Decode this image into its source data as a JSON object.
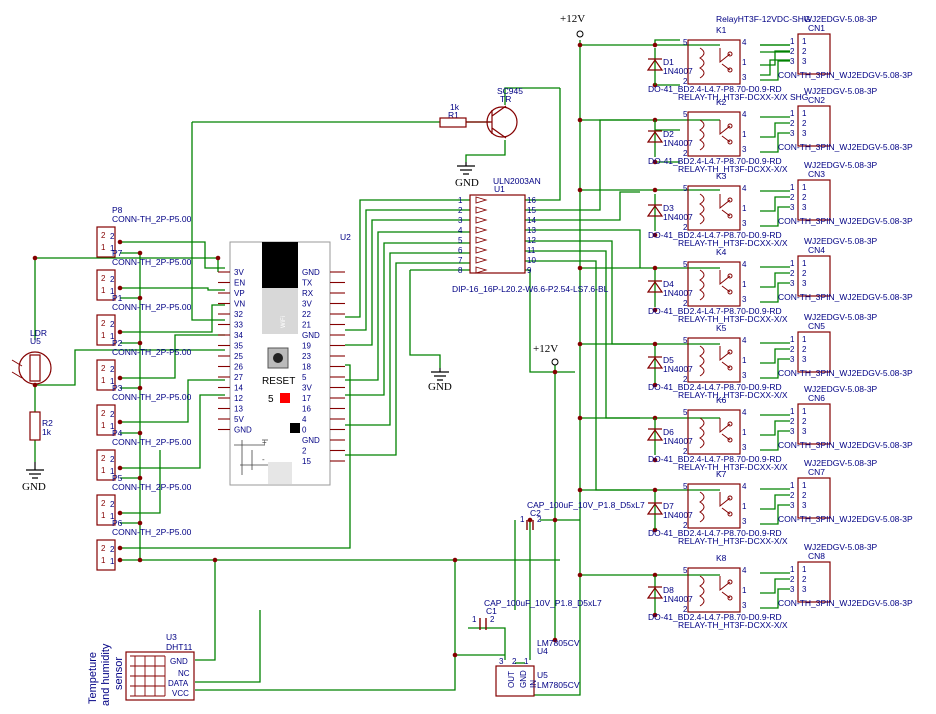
{
  "power_labels": {
    "vcc_top": "+12V",
    "vcc_mid": "+12V",
    "gnd_left": "GND",
    "gnd_tr": "GND",
    "gnd_mid": "GND"
  },
  "transistor": {
    "value": "SC945",
    "ref": "TR"
  },
  "r1": {
    "ref": "R1",
    "value": "1k"
  },
  "r2": {
    "ref": "R2",
    "value": "1k"
  },
  "ldr": {
    "ref": "LDR",
    "designator": "U5"
  },
  "esp32": {
    "ref": "U2",
    "left_pins": [
      "3V",
      "EN",
      "VP",
      "VN",
      "32",
      "33",
      "34",
      "35",
      "25",
      "26",
      "27",
      "14",
      "12",
      "13",
      "5V",
      "GND"
    ],
    "right_pins": [
      "GND",
      "TX",
      "RX",
      "3V",
      "22",
      "21",
      "GND",
      "19",
      "23",
      "18",
      "5",
      "3V",
      "17",
      "16",
      "4",
      "0",
      "GND",
      "2",
      "15"
    ],
    "reset_label": "RESET",
    "num5": "5",
    "wifi": "WiFi"
  },
  "uln": {
    "ref": "ULN2003AN",
    "designator": "U1",
    "footprint": "DIP-16_16P-L20.2-W6.6-P2.54-LS7.6-BL",
    "left_pins": [
      "1",
      "2",
      "3",
      "4",
      "5",
      "6",
      "7",
      "8"
    ],
    "right_pins": [
      "16",
      "15",
      "14",
      "13",
      "12",
      "11",
      "10",
      "9"
    ]
  },
  "connectors_left": [
    {
      "ref": "P8",
      "value": "CONN-TH_2P-P5.00"
    },
    {
      "ref": "P7",
      "value": "CONN-TH_2P-P5.00"
    },
    {
      "ref": "P1",
      "value": "CONN-TH_2P-P5.00"
    },
    {
      "ref": "P2",
      "value": "CONN-TH_2P-P5.00"
    },
    {
      "ref": "P3",
      "value": "CONN-TH_2P-P5.00"
    },
    {
      "ref": "P4",
      "value": "CONN-TH_2P-P5.00"
    },
    {
      "ref": "P5",
      "value": "CONN-TH_2P-P5.00"
    },
    {
      "ref": "P6",
      "value": "CONN-TH_2P-P5.00"
    }
  ],
  "pin_numbers": {
    "one": "1",
    "two": "2",
    "three": "3",
    "four": "4",
    "five": "5"
  },
  "relay_title": "RelayHT3F-12VDC-SHG",
  "relays": [
    {
      "diode": "D1",
      "diode_val": "1N4007",
      "k": "K1",
      "cn": "CN1",
      "cn_top": "WJ2EDGV-5.08-3P",
      "cn_bot": "CON-TH_3PIN_WJ2EDGV-5.08-3P",
      "lbl1": "DO-41_BD2.4-L4.7-P8.70-D0.9-RD",
      "lbl2": "RELAY-TH_HT3F-DCXX-X/X SHG"
    },
    {
      "diode": "D2",
      "diode_val": "1N4007",
      "k": "K2",
      "cn": "CN2",
      "cn_top": "WJ2EDGV-5.08-3P",
      "cn_bot": "CON-TH_3PIN_WJ2EDGV-5.08-3P",
      "lbl1": "DO-41_BD2.4-L4.7-P8.70-D0.9-RD",
      "lbl2": "RELAY-TH_HT3F-DCXX-X/X"
    },
    {
      "diode": "D3",
      "diode_val": "1N4007",
      "k": "K3",
      "cn": "CN3",
      "cn_top": "WJ2EDGV-5.08-3P",
      "cn_bot": "CON-TH_3PIN_WJ2EDGV-5.08-3P",
      "lbl1": "DO-41_BD2.4-L4.7-P8.70-D0.9-RD",
      "lbl2": "RELAY-TH_HT3F-DCXX-X/X"
    },
    {
      "diode": "D4",
      "diode_val": "1N4007",
      "k": "K4",
      "cn": "CN4",
      "cn_top": "WJ2EDGV-5.08-3P",
      "cn_bot": "CON-TH_3PIN_WJ2EDGV-5.08-3P",
      "lbl1": "DO-41_BD2.4-L4.7-P8.70-D0.9-RD",
      "lbl2": "RELAY-TH_HT3F-DCXX-X/X"
    },
    {
      "diode": "D5",
      "diode_val": "1N4007",
      "k": "K5",
      "cn": "CN5",
      "cn_top": "WJ2EDGV-5.08-3P",
      "cn_bot": "CON-TH_3PIN_WJ2EDGV-5.08-3P",
      "lbl1": "DO-41_BD2.4-L4.7-P8.70-D0.9-RD",
      "lbl2": "RELAY-TH_HT3F-DCXX-X/X"
    },
    {
      "diode": "D6",
      "diode_val": "1N4007",
      "k": "K6",
      "cn": "CN6",
      "cn_top": "WJ2EDGV-5.08-3P",
      "cn_bot": "CON-TH_3PIN_WJ2EDGV-5.08-3P",
      "lbl1": "DO-41_BD2.4-L4.7-P8.70-D0.9-RD",
      "lbl2": "RELAY-TH_HT3F-DCXX-X/X"
    },
    {
      "diode": "D7",
      "diode_val": "1N4007",
      "k": "K7",
      "cn": "CN7",
      "cn_top": "WJ2EDGV-5.08-3P",
      "cn_bot": "CON-TH_3PIN_WJ2EDGV-5.08-3P",
      "lbl1": "DO-41_BD2.4-L4.7-P8.70-D0.9-RD",
      "lbl2": "RELAY-TH_HT3F-DCXX-X/X"
    },
    {
      "diode": "D8",
      "diode_val": "1N4007",
      "k": "K8",
      "cn": "CN8",
      "cn_top": "WJ2EDGV-5.08-3P",
      "cn_bot": "CON-TH_3PIN_WJ2EDGV-5.08-3P",
      "lbl1": "DO-41_BD2.4-L4.7-P8.70-D0.9-RD",
      "lbl2": "RELAY-TH_HT3F-DCXX-X/X"
    }
  ],
  "cap2": {
    "value": "CAP_100uF_10V_P1.8_D5xL7",
    "ref": "C2"
  },
  "cap1": {
    "value": "CAP_100uF_10V_P1.8_D5xL7",
    "ref": "C1"
  },
  "regulator": {
    "value": "LM7805CV",
    "ref": "U4",
    "ref2": "U5",
    "out": "OUT",
    "gnd": "GND",
    "in": "IN",
    "pin3": "3",
    "pin2": "2",
    "pin1": "1"
  },
  "dht": {
    "ref": "U3",
    "value": "DHT11",
    "pins": [
      "GND",
      "NC",
      "DATA",
      "VCC"
    ],
    "title_line1": "Tempeture",
    "title_line2": "and humidity",
    "title_line3": "sensor"
  }
}
